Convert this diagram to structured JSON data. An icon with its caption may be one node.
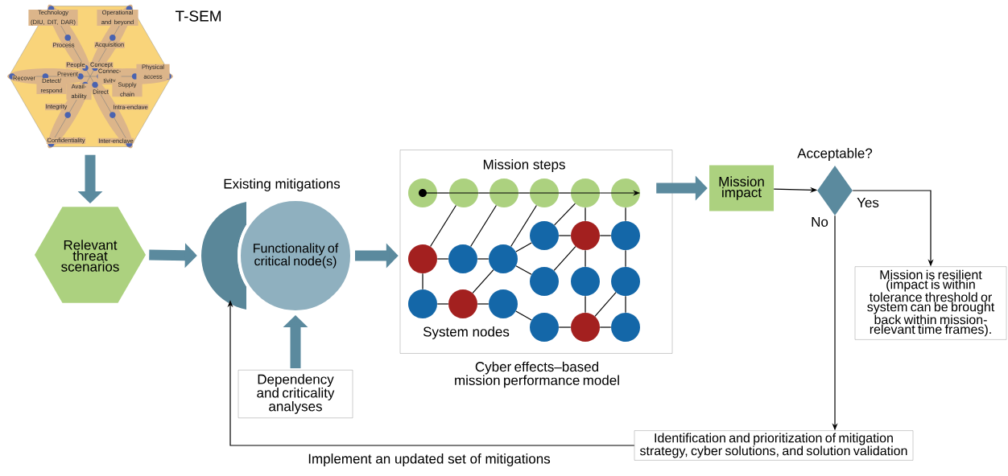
{
  "diagram": {
    "nodes": [
      {
        "text": [
          "T-SEM"
        ]
      },
      {
        "text": [
          "Relevant threat scenarios"
        ]
      },
      {
        "text": [],
        "shape": "crescent"
      },
      {
        "text": [
          "Functionality of critical node(s)"
        ]
      },
      {
        "text": [
          "Dependency and criticality analyses"
        ]
      },
      {
        "text": [
          "Mission steps",
          "System nodes"
        ],
        "beside": [
          "Cyber effects–based mission performance model"
        ]
      },
      {
        "text": [],
        "shape": "circle",
        "in": 5
      },
      {
        "text": [],
        "shape": "circle",
        "in": 5
      },
      {
        "text": [],
        "shape": "circle",
        "in": 5
      },
      {
        "text": [],
        "shape": "circle",
        "in": 5
      },
      {
        "text": [],
        "shape": "circle",
        "in": 5
      },
      {
        "text": [],
        "shape": "circle",
        "in": 5
      },
      {
        "text": [],
        "shape": "circle",
        "in": 5
      },
      {
        "text": [],
        "shape": "circle",
        "in": 5
      },
      {
        "text": [],
        "shape": "circle",
        "in": 5
      },
      {
        "text": [],
        "shape": "circle",
        "in": 5
      },
      {
        "text": [],
        "shape": "circle",
        "in": 5
      },
      {
        "text": [],
        "shape": "circle",
        "in": 5
      },
      {
        "text": [],
        "shape": "circle",
        "in": 5
      },
      {
        "text": [],
        "shape": "circle",
        "in": 5
      },
      {
        "text": [],
        "shape": "circle",
        "in": 5
      },
      {
        "text": [],
        "shape": "circle",
        "in": 5
      },
      {
        "text": [],
        "shape": "circle",
        "in": 5
      },
      {
        "text": [],
        "shape": "circle",
        "in": 5
      },
      {
        "text": [],
        "shape": "circle",
        "in": 5
      },
      {
        "text": [],
        "shape": "circle",
        "in": 5
      },
      {
        "text": [],
        "shape": "circle",
        "in": 5
      },
      {
        "text": [
          "Mission impact"
        ]
      },
      {
        "text": [
          "Acceptable?"
        ]
      },
      {
        "text": [
          "Mission is resilient (impact is within tolerance threshold or system can be brought back within mission-relevant time frames)."
        ]
      },
      {
        "text": [
          "Identification and prioritization of mitigation strategy, cyber solutions, and solution validation"
        ]
      }
    ],
    "edges": [
      {
        "from": 0,
        "to": 1,
        "arrow": "to",
        "style": "thick",
        "color": "#5b8a9e"
      },
      {
        "from": 1,
        "to": 2,
        "arrow": "to",
        "style": "thick",
        "color": "#5b8a9e"
      },
      {
        "from": 4,
        "to": 3,
        "arrow": "to",
        "style": "thick",
        "color": "#5b8a9e"
      },
      {
        "from": 3,
        "to": 5,
        "arrow": "to",
        "style": "thick",
        "color": "#5b8a9e"
      },
      {
        "from": 6,
        "to": 7,
        "arrow": "none"
      },
      {
        "from": 7,
        "to": 8,
        "arrow": "none"
      },
      {
        "from": 8,
        "to": 9,
        "arrow": "none"
      },
      {
        "from": 9,
        "to": 10,
        "arrow": "none"
      },
      {
        "from": 10,
        "to": 11,
        "arrow": "to"
      },
      {
        "from": 7,
        "to": 15,
        "arrow": "none"
      },
      {
        "from": 8,
        "to": 16,
        "arrow": "none"
      },
      {
        "from": 9,
        "to": 17,
        "arrow": "none"
      },
      {
        "from": 10,
        "to": 12,
        "arrow": "none"
      },
      {
        "from": 10,
        "to": 13,
        "arrow": "none"
      },
      {
        "from": 11,
        "to": 14,
        "arrow": "none"
      },
      {
        "from": 15,
        "to": 16,
        "arrow": "none"
      },
      {
        "from": 16,
        "to": 17,
        "arrow": "none"
      },
      {
        "from": 17,
        "to": 12,
        "arrow": "none"
      },
      {
        "from": 17,
        "to": 18,
        "arrow": "none"
      },
      {
        "from": 15,
        "to": 21,
        "arrow": "none"
      },
      {
        "from": 21,
        "to": 22,
        "arrow": "none"
      },
      {
        "from": 22,
        "to": 23,
        "arrow": "none"
      },
      {
        "from": 22,
        "to": 17,
        "arrow": "none"
      },
      {
        "from": 23,
        "to": 24,
        "arrow": "none"
      },
      {
        "from": 24,
        "to": 25,
        "arrow": "none"
      },
      {
        "from": 25,
        "to": 26,
        "arrow": "none"
      },
      {
        "from": 12,
        "to": 13,
        "arrow": "none"
      },
      {
        "from": 13,
        "to": 14,
        "arrow": "none"
      },
      {
        "from": 13,
        "to": 18,
        "arrow": "none"
      },
      {
        "from": 13,
        "to": 19,
        "arrow": "none"
      },
      {
        "from": 19,
        "to": 25,
        "arrow": "none"
      },
      {
        "from": 14,
        "to": 20,
        "arrow": "none"
      },
      {
        "from": 20,
        "to": 26,
        "arrow": "none"
      },
      {
        "from": 25,
        "to": 20,
        "arrow": "none"
      },
      {
        "from": 5,
        "to": 27,
        "arrow": "to",
        "style": "thick",
        "color": "#5b8a9e"
      },
      {
        "from": 27,
        "to": 28,
        "arrow": "to"
      },
      {
        "from": 28,
        "to": 29,
        "arrow": "to",
        "label": "Yes"
      },
      {
        "from": 28,
        "to": 30,
        "arrow": "to",
        "label": "No"
      },
      {
        "from": 30,
        "to": 2,
        "arrow": "to",
        "label": "Implement an updated set of mitigations"
      }
    ],
    "labels": [
      "Technology (DIU, DIT, DAR)",
      "Operational and beyond",
      "Process",
      "Acquisition",
      "People",
      "Concept",
      "Recover",
      "Prevent",
      "Connec-tivity",
      "Physical access",
      "Detect/ respond",
      "Avail-ability",
      "Direct",
      "Supply chain",
      "Integrity",
      "Intra-enclave",
      "Confidentiality",
      "Inter-enclave",
      "Existing mitigations"
    ]
  }
}
